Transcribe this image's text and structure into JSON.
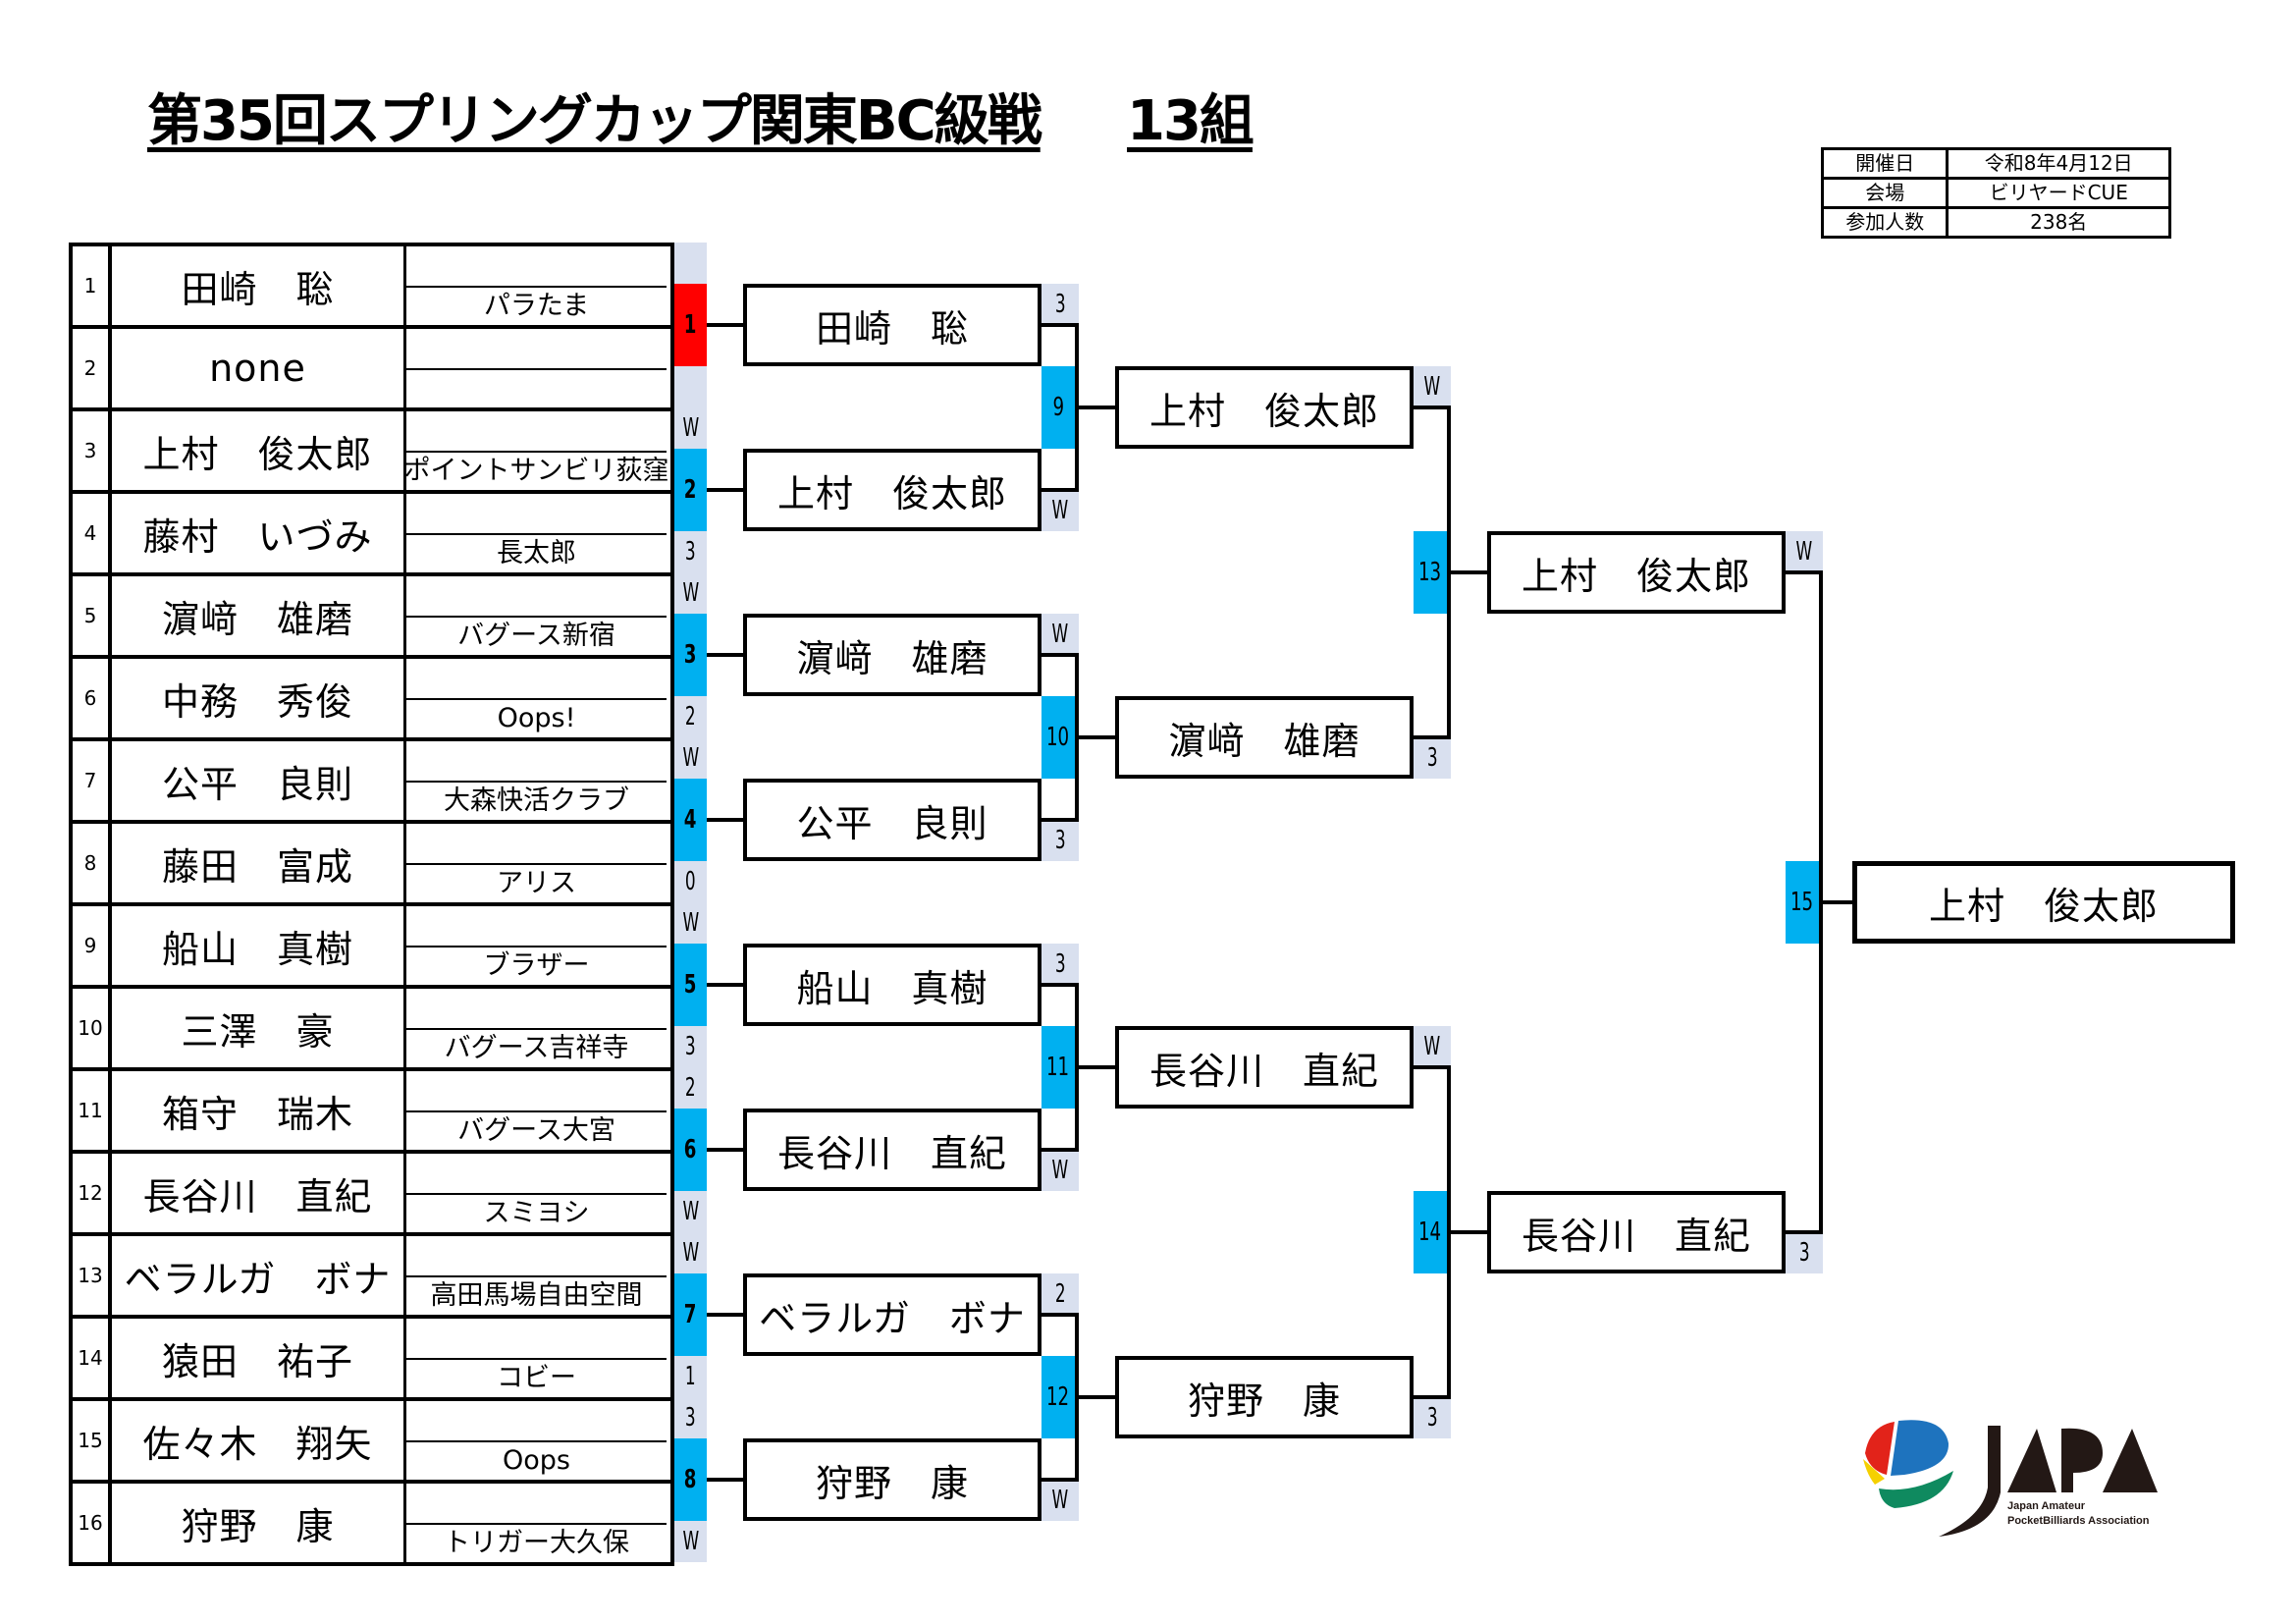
{
  "title": "第35回スプリングカップ関東BC級戦",
  "group": "13組",
  "info": [
    {
      "label": "開催日",
      "value": "令和8年4月12日"
    },
    {
      "label": "会場",
      "value": "ビリヤードCUE"
    },
    {
      "label": "参加人数",
      "value": "238名"
    }
  ],
  "players": [
    {
      "seed": "1",
      "name": "田崎　聡",
      "club": "パラたま",
      "score": ""
    },
    {
      "seed": "2",
      "name": "none",
      "club": "",
      "score": ""
    },
    {
      "seed": "3",
      "name": "上村　俊太郎",
      "club": "ポイントサンビリ荻窪",
      "score": "W"
    },
    {
      "seed": "4",
      "name": "藤村　いづみ",
      "club": "長太郎",
      "score": "3"
    },
    {
      "seed": "5",
      "name": "濵﨑　雄磨",
      "club": "バグース新宿",
      "score": "W"
    },
    {
      "seed": "6",
      "name": "中務　秀俊",
      "club": "Oops!",
      "score": "2"
    },
    {
      "seed": "7",
      "name": "公平　良則",
      "club": "大森快活クラブ",
      "score": "W"
    },
    {
      "seed": "8",
      "name": "藤田　富成",
      "club": "アリス",
      "score": "0"
    },
    {
      "seed": "9",
      "name": "船山　真樹",
      "club": "ブラザー",
      "score": "W"
    },
    {
      "seed": "10",
      "name": "三澤　豪",
      "club": "バグース吉祥寺",
      "score": "3"
    },
    {
      "seed": "11",
      "name": "箱守　瑞木",
      "club": "バグース大宮",
      "score": "2"
    },
    {
      "seed": "12",
      "name": "長谷川　直紀",
      "club": "スミヨシ",
      "score": "W"
    },
    {
      "seed": "13",
      "name": "ベラルガ　ボナ",
      "club": "高田馬場自由空間",
      "score": "W"
    },
    {
      "seed": "14",
      "name": "猿田　祐子",
      "club": "コビー",
      "score": "1"
    },
    {
      "seed": "15",
      "name": "佐々木　翔矢",
      "club": "Oops",
      "score": "3"
    },
    {
      "seed": "16",
      "name": "狩野　康",
      "club": "トリガー大久保",
      "score": "W"
    }
  ],
  "round1_matches": [
    "1",
    "2",
    "3",
    "4",
    "5",
    "6",
    "7",
    "8"
  ],
  "round1_match_colors": [
    "#ff0000",
    "#00b0f0",
    "#00b0f0",
    "#00b0f0",
    "#00b0f0",
    "#00b0f0",
    "#00b0f0",
    "#00b0f0"
  ],
  "rounds": [
    {
      "entries": [
        {
          "name": "田崎　聡",
          "score": "3"
        },
        {
          "name": "上村　俊太郎",
          "score": "W"
        },
        {
          "name": "濵﨑　雄磨",
          "score": "W"
        },
        {
          "name": "公平　良則",
          "score": "3"
        },
        {
          "name": "船山　真樹",
          "score": "3"
        },
        {
          "name": "長谷川　直紀",
          "score": "W"
        },
        {
          "name": "ベラルガ　ボナ",
          "score": "2"
        },
        {
          "name": "狩野　康",
          "score": "W"
        }
      ],
      "matches": [
        "9",
        "10",
        "11",
        "12"
      ]
    },
    {
      "entries": [
        {
          "name": "上村　俊太郎",
          "score": "W"
        },
        {
          "name": "濵﨑　雄磨",
          "score": "3"
        },
        {
          "name": "長谷川　直紀",
          "score": "W"
        },
        {
          "name": "狩野　康",
          "score": "3"
        }
      ],
      "matches": [
        "13",
        "14"
      ]
    },
    {
      "entries": [
        {
          "name": "上村　俊太郎",
          "score": "W"
        },
        {
          "name": "長谷川　直紀",
          "score": "3"
        }
      ],
      "matches": [
        "15"
      ]
    }
  ],
  "champion": "上村　俊太郎",
  "colors": {
    "match": "#00b0f0",
    "score_strip": "#d9e0ef"
  },
  "logo": {
    "mark": "JAPA",
    "line1": "Japan Amateur",
    "line2": "PocketBilliards Association"
  }
}
